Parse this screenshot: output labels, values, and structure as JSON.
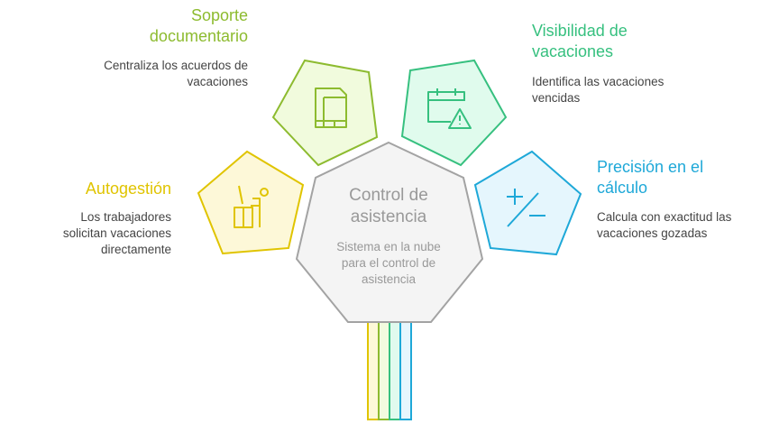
{
  "center": {
    "title": "Control de asistencia",
    "desc": "Sistema en la nube para el control de asistencia"
  },
  "items": [
    {
      "title": "Soporte documentario",
      "desc": "Centraliza los acuerdos de vacaciones",
      "color": "#8dbb2f",
      "icon": "document-icon"
    },
    {
      "title": "Visibilidad de vacaciones",
      "desc": "Identifica las vacaciones vencidas",
      "color": "#36c07f",
      "icon": "calendar-warning-icon"
    },
    {
      "title": "Autogestión",
      "desc": "Los trabajadores solicitan vacaciones directamente",
      "color": "#e0c400",
      "icon": "person-desk-icon"
    },
    {
      "title": "Precisión en el cálculo",
      "desc": "Calcula con exactitud las vacaciones gozadas",
      "color": "#1ea8d8",
      "icon": "plus-minus-icon"
    }
  ]
}
